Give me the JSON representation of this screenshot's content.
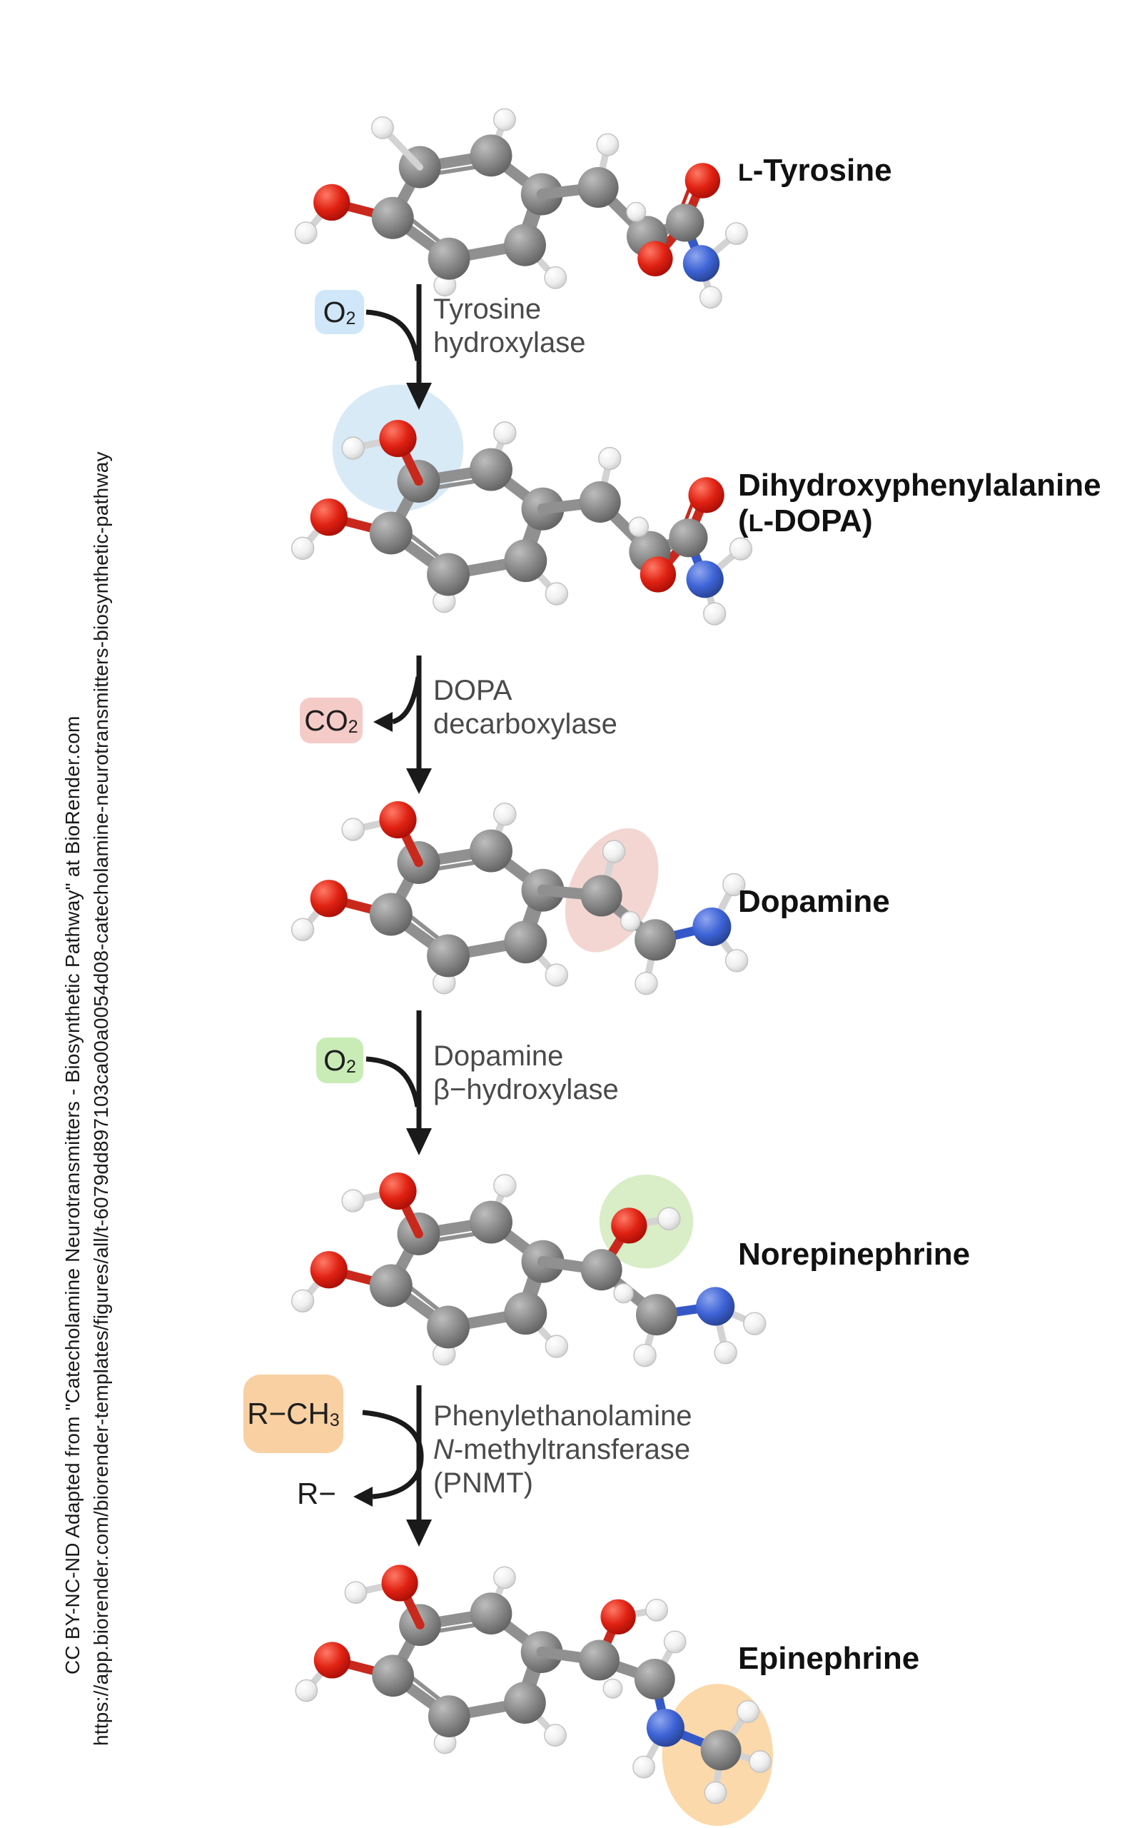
{
  "attribution": {
    "license": "CC BY-NC-ND",
    "credit_line": "CC BY-NC-ND Adapted from \"Catecholamine Neurotransmitters - Biosynthetic Pathway\" at BioRender.com",
    "url_line": "https://app.biorender.com/biorender-templates/figures/all/t-6079dd897103ca00a0054d08-catecholamine-neurotransmitters-biosynthetic-pathway"
  },
  "colors": {
    "cofactor_o2_blue_bg": "#cfe7f8",
    "byproduct_co2_pink_bg": "#f5cbc8",
    "cofactor_o2_green_bg": "#c9ecb7",
    "cofactor_rch3_orange_bg": "#f9d0a2",
    "highlight_blue": "#d9eaf7",
    "highlight_pink": "#f3d6d2",
    "highlight_green": "#d9edc7",
    "highlight_orange": "#fbd9ab",
    "enzyme_text": "#4a4a4a",
    "label_text": "#111111",
    "arrow": "#1a1a1a",
    "atom_carbon": "#7d7d7d",
    "atom_hydrogen": "#f2f2f2",
    "atom_oxygen": "#d81e12",
    "atom_nitrogen": "#3457c4"
  },
  "molecules": {
    "0": {
      "label_sc": "L",
      "label_rest": "-Tyrosine"
    },
    "1": {
      "label_line1": "Dihydroxyphenylalanine",
      "label_line2_pre": "(",
      "label_line2_sc": "L",
      "label_line2_rest": "-DOPA)"
    },
    "2": {
      "label": "Dopamine"
    },
    "3": {
      "label": "Norepinephrine"
    },
    "4": {
      "label": "Epinephrine"
    }
  },
  "reactions": {
    "0": {
      "enzyme_line1": "Tyrosine",
      "enzyme_line2": "hydroxylase",
      "cofactor_main": "O",
      "cofactor_sub": "2"
    },
    "1": {
      "enzyme_line1": "DOPA",
      "enzyme_line2": "decarboxylase",
      "byproduct_main": "CO",
      "byproduct_sub": "2"
    },
    "2": {
      "enzyme_line1": "Dopamine",
      "enzyme_line2": "β−hydroxylase",
      "cofactor_main": "O",
      "cofactor_sub": "2"
    },
    "3": {
      "enzyme_line1": "Phenylethanolamine",
      "enzyme_line2_italic": "N",
      "enzyme_line2_rest": "-methyltransferase",
      "enzyme_line3": "(PNMT)",
      "cofactor_main": "R−CH",
      "cofactor_sub": "3",
      "byproduct": "R−"
    }
  }
}
